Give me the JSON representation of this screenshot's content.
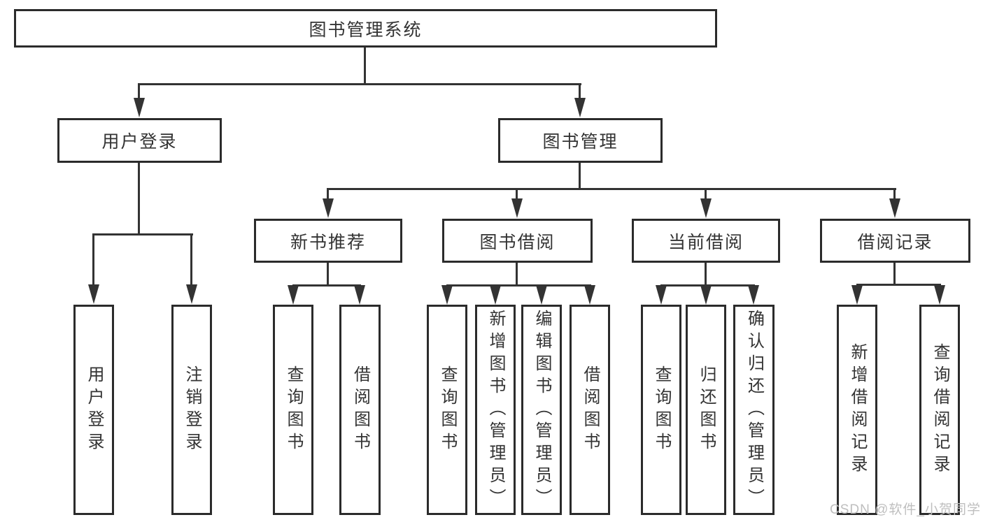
{
  "diagram": {
    "root": {
      "label": "图书管理系统"
    },
    "level2": [
      {
        "id": "user-login",
        "label": "用户登录",
        "leaves": [
          {
            "label": "用户登录"
          },
          {
            "label": "注销登录"
          }
        ]
      },
      {
        "id": "book-management",
        "label": "图书管理",
        "sections": [
          {
            "label": "新书推荐",
            "leaves": [
              {
                "label": "查询图书"
              },
              {
                "label": "借阅图书"
              }
            ]
          },
          {
            "label": "图书借阅",
            "leaves": [
              {
                "label": "查询图书"
              },
              {
                "label": "新增图书（管理员）"
              },
              {
                "label": "编辑图书（管理员）"
              },
              {
                "label": "借阅图书"
              }
            ]
          },
          {
            "label": "当前借阅",
            "leaves": [
              {
                "label": "查询图书"
              },
              {
                "label": "归还图书"
              },
              {
                "label": "确认归还（管理员）"
              }
            ]
          },
          {
            "label": "借阅记录",
            "leaves": [
              {
                "label": "新增借阅记录"
              },
              {
                "label": "查询借阅记录"
              }
            ]
          }
        ]
      }
    ],
    "watermark": "CSDN @软件_小贺同学",
    "colors": {
      "background": "#ffffff",
      "line": "#333333",
      "box_border": "#2b2b2b",
      "text": "#333333",
      "watermark": "#bfbfbf"
    }
  }
}
